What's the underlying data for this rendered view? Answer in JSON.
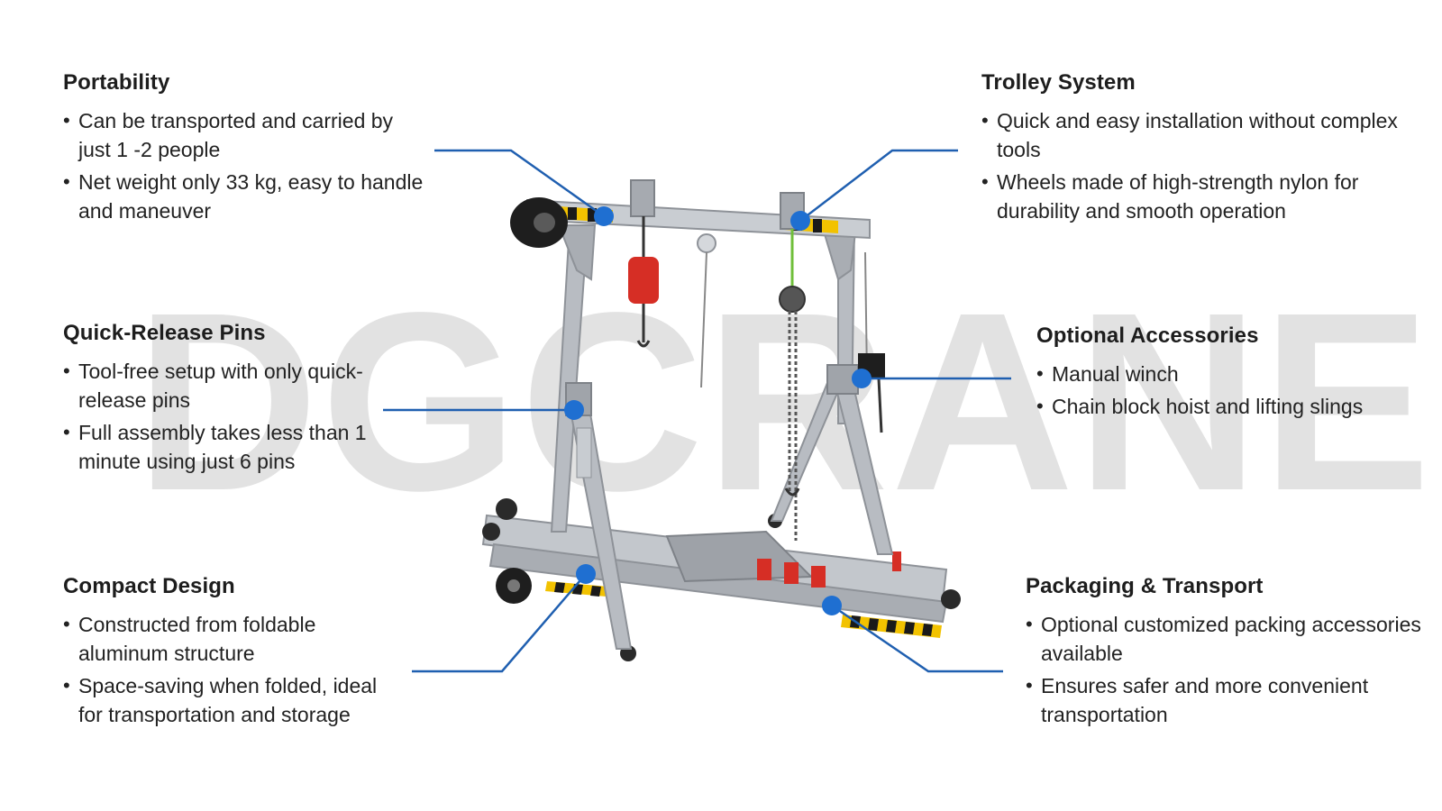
{
  "watermark": "DGCRANE",
  "colors": {
    "callout_line": "#1f5fb0",
    "callout_dot": "#1f6fd1",
    "frame": "#b8bcc2",
    "frame_dark": "#8e9298",
    "hazard_yellow": "#f2c200",
    "hoist_red": "#d62e25",
    "wheel": "#1e1e1e"
  },
  "features": {
    "portability": {
      "title": "Portability",
      "items": [
        "Can be transported and carried by just 1 -2 people",
        "Net weight only 33 kg, easy to handle and maneuver"
      ]
    },
    "quick_release": {
      "title": "Quick-Release Pins",
      "items": [
        "Tool-free setup with only quick-release pins",
        "Full assembly takes less than 1 minute using just 6 pins"
      ]
    },
    "compact": {
      "title": "Compact Design",
      "items": [
        "Constructed from foldable aluminum structure",
        "Space-saving when folded, ideal for transportation and storage"
      ]
    },
    "trolley": {
      "title": "Trolley System",
      "items": [
        "Quick and easy installation without complex tools",
        "Wheels made of high-strength nylon for durability and smooth operation"
      ]
    },
    "accessories": {
      "title": "Optional Accessories",
      "items": [
        "Manual winch",
        "Chain block hoist and lifting slings"
      ]
    },
    "packaging": {
      "title": "Packaging & Transport",
      "items": [
        "Optional customized packing accessories available",
        "Ensures safer and more convenient transportation"
      ]
    }
  }
}
